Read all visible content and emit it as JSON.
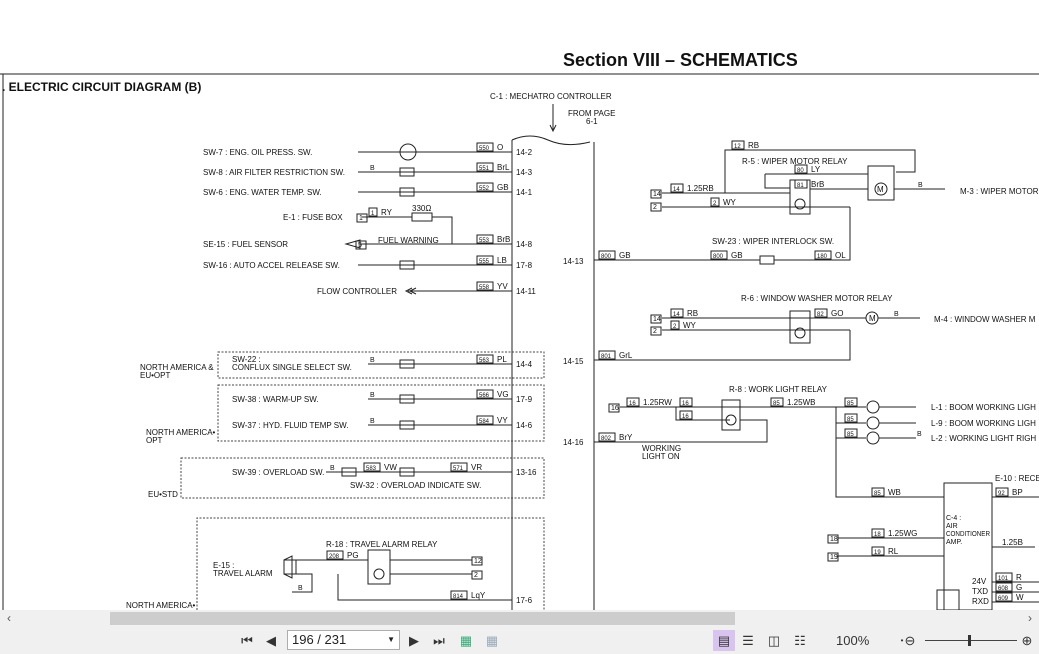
{
  "header": {
    "section_title": "Section VIII – SCHEMATICS",
    "diagram_title": ". ELECTRIC CIRCUIT DIAGRAM (B)"
  },
  "schematic": {
    "labels": {
      "c1": "C-1 : MECHATRO CONTROLLER",
      "from_page": "FROM PAGE",
      "from_page_num": "6-1",
      "sw7": "SW-7 : ENG. OIL PRESS. SW.",
      "sw8": "SW-8 : AIR FILTER RESTRICTION SW.",
      "sw6": "SW-6 : ENG. WATER TEMP. SW.",
      "e1": "E-1 : FUSE BOX",
      "resistor": "330Ω",
      "se15": "SE-15 : FUEL SENSOR",
      "fuel_warning": "FUEL WARNING",
      "sw16": "SW-16 : AUTO ACCEL RELEASE SW.",
      "flow": "FLOW CONTROLLER",
      "sw22a": "SW-22 :",
      "sw22b": "CONFLUX SINGLE SELECT SW.",
      "na_eu_a": "NORTH AMERICA &",
      "na_eu_b": "EU•OPT",
      "sw38": "SW-38 : WARM-UP SW.",
      "sw37": "SW-37 : HYD. FLUID TEMP SW.",
      "na_opt_a": "NORTH AMERICA•",
      "na_opt_b": "OPT",
      "sw39": "SW-39 : OVERLOAD SW.",
      "sw32": "SW-32 : OVERLOAD INDICATE SW.",
      "eu_std": "EU•STD",
      "r18": "R-18 : TRAVEL ALARM RELAY",
      "e15a": "E-15 :",
      "e15b": "TRAVEL ALARM",
      "na_std": "NORTH AMERICA•",
      "r5": "R-5 : WIPER MOTOR RELAY",
      "m3": "M-3 : WIPER MOTOR",
      "sw23": "SW-23 : WIPER INTERLOCK SW.",
      "r6": "R-6 : WINDOW WASHER MOTOR RELAY",
      "m4": "M-4 : WINDOW WASHER M",
      "r8": "R-8 : WORK LIGHT RELAY",
      "l1": "L-1 : BOOM WORKING LIGH",
      "l9": "L-9 : BOOM WORKING LIGH",
      "l2": "L-2 : WORKING LIGHT RIGH",
      "wl_a": "WORKING",
      "wl_b": "LIGHT ON",
      "e10": "E-10 : RECE",
      "c4a": "C-4 :",
      "c4b": "AIR",
      "c4c": "CONDITIONER",
      "c4d": "AMP.",
      "v24": "24V",
      "txd": "TXD",
      "rxd": "RXD",
      "b_gnd": "B",
      "w_125b": "1.25B",
      "m_sym": "M"
    },
    "wire_tags": [
      {
        "n": "550",
        "c": "O"
      },
      {
        "n": "551",
        "c": "BrL"
      },
      {
        "n": "552",
        "c": "GB"
      },
      {
        "n": "1",
        "c": "RY"
      },
      {
        "n": "553",
        "c": "BrB"
      },
      {
        "n": "555",
        "c": "LB"
      },
      {
        "n": "558",
        "c": "YV"
      },
      {
        "n": "563",
        "c": "PL"
      },
      {
        "n": "566",
        "c": "VG"
      },
      {
        "n": "584",
        "c": "VY"
      },
      {
        "n": "583",
        "c": "VW"
      },
      {
        "n": "571",
        "c": "VR"
      },
      {
        "n": "208",
        "c": "PG"
      },
      {
        "n": "814",
        "c": "LqY"
      },
      {
        "n": "12",
        "c": "RB"
      },
      {
        "n": "14",
        "c": "1.25RB"
      },
      {
        "n": "2",
        "c": "WY"
      },
      {
        "n": "80",
        "c": "LY"
      },
      {
        "n": "81",
        "c": "BrB"
      },
      {
        "n": "800",
        "c": "GB"
      },
      {
        "n": "800",
        "c": "GB"
      },
      {
        "n": "180",
        "c": "OL"
      },
      {
        "n": "14",
        "c": "RB"
      },
      {
        "n": "2",
        "c": "WY"
      },
      {
        "n": "82",
        "c": "GO"
      },
      {
        "n": "801",
        "c": "GrL"
      },
      {
        "n": "16",
        "c": "1.25RW"
      },
      {
        "n": "16",
        "c": ""
      },
      {
        "n": "16",
        "c": ""
      },
      {
        "n": "85",
        "c": "1.25WB"
      },
      {
        "n": "85",
        "c": ""
      },
      {
        "n": "85",
        "c": ""
      },
      {
        "n": "85",
        "c": ""
      },
      {
        "n": "802",
        "c": "BrY"
      },
      {
        "n": "85",
        "c": "WB"
      },
      {
        "n": "92",
        "c": "BP"
      },
      {
        "n": "18",
        "c": "1.25WG"
      },
      {
        "n": "19",
        "c": "RL"
      },
      {
        "n": "101",
        "c": "R"
      },
      {
        "n": "608",
        "c": "G"
      },
      {
        "n": "609",
        "c": "W"
      }
    ],
    "connector_pins": [
      "1",
      "5",
      "12",
      "2",
      "14",
      "2",
      "14",
      "2",
      "16",
      "18",
      "19"
    ],
    "controller_pins": [
      "14-2",
      "14-3",
      "14-1",
      "14-8",
      "17-8",
      "14-11",
      "14-4",
      "17-9",
      "14-6",
      "13-16",
      "17-6",
      "14-13",
      "14-15",
      "14-16"
    ]
  },
  "toolbar": {
    "page_value": "196 / 231",
    "zoom_value": "100%",
    "first_page_icon": "first-page-icon",
    "prev_page_icon": "prev-page-icon",
    "next_page_icon": "next-page-icon",
    "last_page_icon": "last-page-icon",
    "selected_view": "single-page"
  }
}
